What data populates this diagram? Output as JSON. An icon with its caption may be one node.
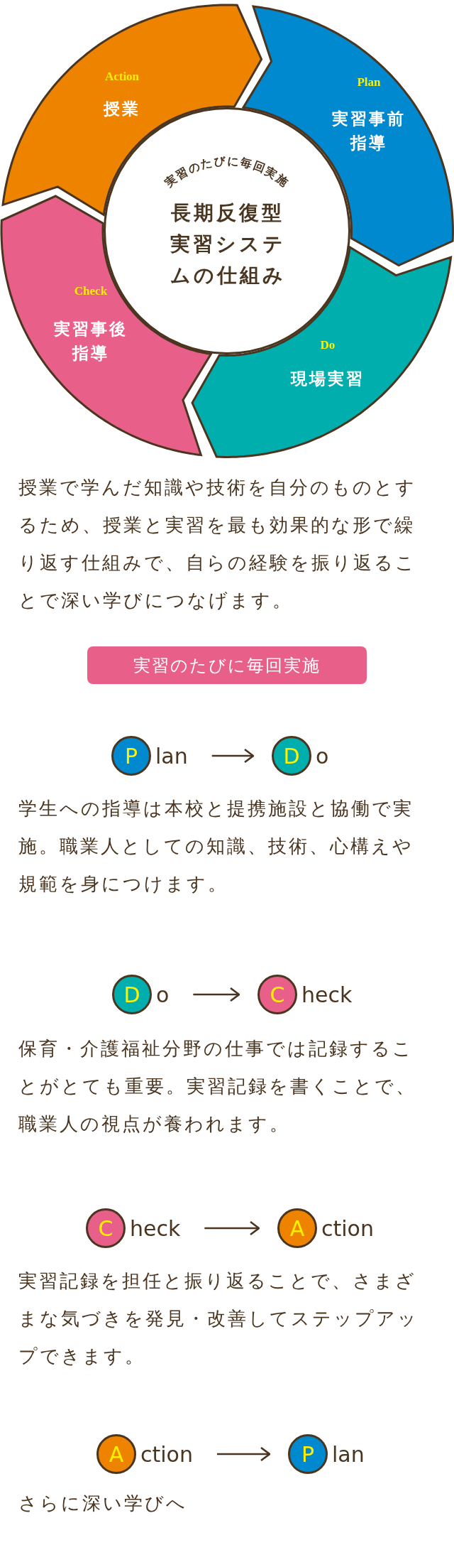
{
  "diagram": {
    "nodes": [
      {
        "text": [
          "実習のたびに毎回実施",
          "長期反復型実習システムの仕組み"
        ]
      },
      {
        "text": [
          "Plan",
          "実習事前指導"
        ]
      },
      {
        "text": [
          "Do",
          "現場実習"
        ]
      },
      {
        "text": [
          "Check",
          "実習事後指導"
        ]
      },
      {
        "text": [
          "Action",
          "授業"
        ]
      },
      {
        "text": [
          "実習のたびに毎回実施"
        ]
      },
      {
        "text": [
          "P"
        ],
        "beside": [
          "lan"
        ]
      },
      {
        "text": [
          "D"
        ],
        "beside": [
          "o"
        ]
      },
      {
        "text": [
          "D"
        ],
        "beside": [
          "o"
        ]
      },
      {
        "text": [
          "C"
        ],
        "beside": [
          "heck"
        ]
      },
      {
        "text": [
          "C"
        ],
        "beside": [
          "heck"
        ]
      },
      {
        "text": [
          "A"
        ],
        "beside": [
          "ction"
        ]
      },
      {
        "text": [
          "A"
        ],
        "beside": [
          "ction"
        ]
      },
      {
        "text": [
          "P"
        ],
        "beside": [
          "lan"
        ]
      }
    ],
    "edges": [
      {
        "from": 6,
        "to": 7,
        "arrow": "to"
      },
      {
        "from": 8,
        "to": 9,
        "arrow": "to"
      },
      {
        "from": 10,
        "to": 11,
        "arrow": "to"
      },
      {
        "from": 12,
        "to": 13,
        "arrow": "to"
      }
    ],
    "labels": [
      "授業で学んだ知識や技術を自分のものとするため、授業と実習を最も効果的な形で繰り返す仕組みで、自らの経験を振り返ることで深い学びにつなげます。",
      "学生への指導は本校と提携施設と協働で実施。職業人としての知識、技術、心構えや規範を身につけます。",
      "保育・介護福祉分野の仕事では記録することがとても重要。実習記録を書くことで、職業人の視点が養われます。",
      "実習記録を担任と振り返ることで、さまざまな気づきを発見・改善してステップアップできます。",
      "さらに深い学びへ"
    ]
  }
}
